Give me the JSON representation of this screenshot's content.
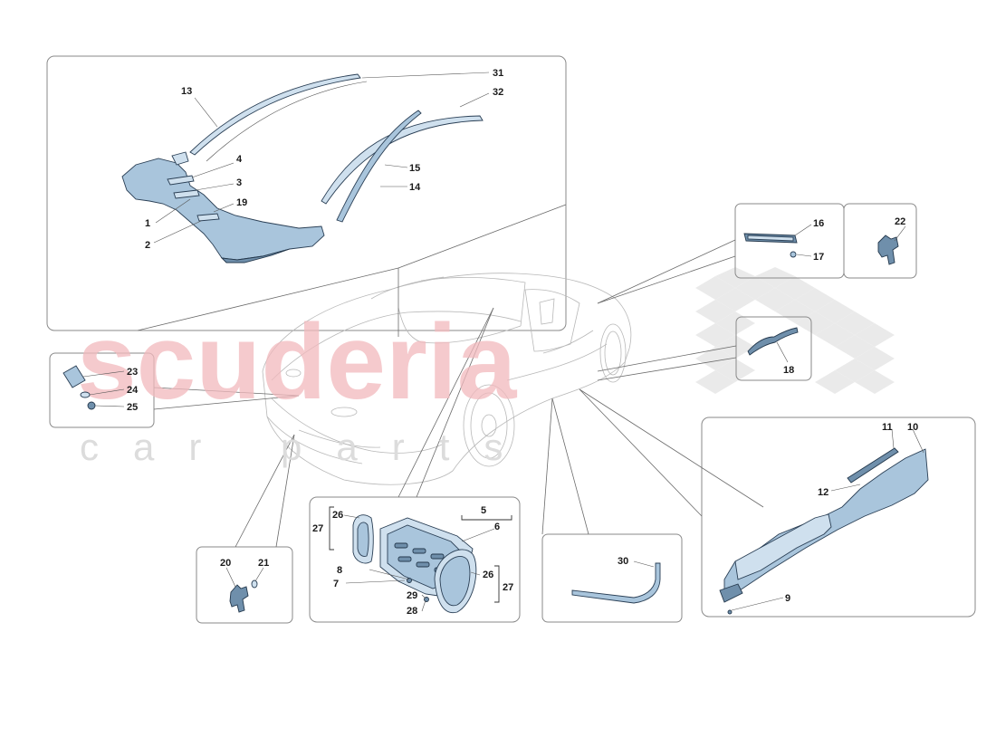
{
  "watermark": {
    "brand": "scuderia",
    "sub": "car parts"
  },
  "panels": {
    "windscreen": {
      "labels": [
        "13",
        "31",
        "32",
        "4",
        "3",
        "19",
        "1",
        "2",
        "15",
        "14"
      ]
    },
    "badge_side": {
      "labels": [
        "16",
        "17"
      ]
    },
    "horse_badge": {
      "labels": [
        "22"
      ]
    },
    "script_badge": {
      "labels": [
        "18"
      ]
    },
    "hood_badge": {
      "labels": [
        "23",
        "24",
        "25"
      ]
    },
    "sill": {
      "labels": [
        "11",
        "10",
        "12",
        "9"
      ]
    },
    "front_emblem": {
      "labels": [
        "20",
        "21"
      ]
    },
    "vents": {
      "labels": [
        "5",
        "26",
        "27",
        "6",
        "8",
        "7",
        "26",
        "27",
        "29",
        "28"
      ]
    },
    "trim": {
      "labels": [
        "30"
      ]
    }
  },
  "colors": {
    "part_fill": "#a9c5dc",
    "part_stroke": "#2a3f55",
    "watermark_red": "#f2b9bd",
    "watermark_grey": "#dcdcdc"
  }
}
